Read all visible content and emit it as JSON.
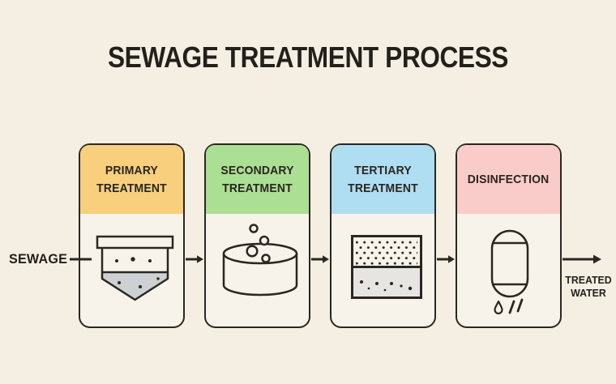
{
  "title": "SEWAGE TREATMENT PROCESS",
  "flow": {
    "input_label": "SEWAGE",
    "output_label": "TREATED WATER"
  },
  "stages": [
    {
      "label": "PRIMARY TREATMENT",
      "icon": "settling-tank-icon",
      "color": "#F7CF7D"
    },
    {
      "label": "SECONDARY TREATMENT",
      "icon": "aeration-tank-icon",
      "color": "#ABDF93"
    },
    {
      "label": "TERTIARY TREATMENT",
      "icon": "filter-bed-icon",
      "color": "#AFDDF2"
    },
    {
      "label": "DISINFECTION",
      "icon": "disinfection-capsule-icon",
      "color": "#FACCC9"
    }
  ],
  "colors": {
    "background": "#F5EFE3",
    "card_background": "#F8F3EA",
    "outline": "#2A2722",
    "text": "#23201C",
    "sludge_gray": "#CDD1D3",
    "sand_gray": "#E6E5E1"
  }
}
